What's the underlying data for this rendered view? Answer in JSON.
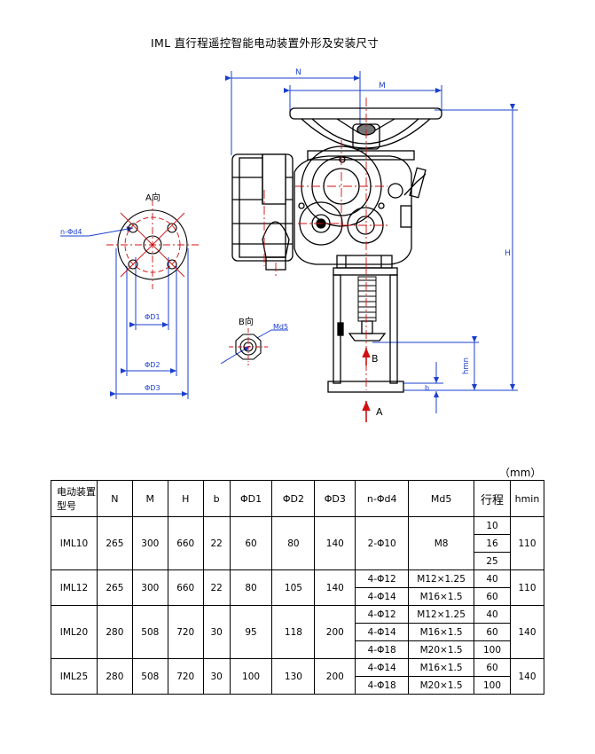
{
  "title": "IML 直行程遥控智能电动装置外形及安装尺寸",
  "drawing": {
    "dim_N": "N",
    "dim_M": "M",
    "dim_H": "H",
    "dim_hmin": "hmn",
    "dim_b": "b",
    "view_A": "A向",
    "view_B": "B向",
    "label_n_phi_d4": "n-Φd4",
    "label_phi_d1": "ΦD1",
    "label_phi_d2": "ΦD2",
    "label_phi_d3": "ΦD3",
    "label_md5": "Md5",
    "arrow_A": "A",
    "arrow_B": "B"
  },
  "table": {
    "unit": "（mm）",
    "headers": [
      "电动装置型号",
      "N",
      "M",
      "H",
      "b",
      "ΦD1",
      "ΦD2",
      "ΦD3",
      "n-Φd4",
      "Md5",
      "行程",
      "hmin"
    ],
    "rows": [
      {
        "model": "IML10",
        "N": "265",
        "M": "300",
        "H": "660",
        "b": "22",
        "D1": "60",
        "D2": "80",
        "D3": "140",
        "d4": "2-Φ10",
        "md5": "M8",
        "strokes": [
          "10",
          "16",
          "25"
        ],
        "hmin": "110"
      },
      {
        "model": "IML12",
        "N": "265",
        "M": "300",
        "H": "660",
        "b": "22",
        "D1": "80",
        "D2": "105",
        "D3": "140",
        "sub": [
          {
            "d4": "4-Φ12",
            "md5": "M12×1.25",
            "stroke": "40"
          },
          {
            "d4": "4-Φ14",
            "md5": "M16×1.5",
            "stroke": "60"
          }
        ],
        "hmin": "110"
      },
      {
        "model": "IML20",
        "N": "280",
        "M": "508",
        "H": "720",
        "b": "30",
        "D1": "95",
        "D2": "118",
        "D3": "200",
        "sub": [
          {
            "d4": "4-Φ12",
            "md5": "M12×1.25",
            "stroke": "40"
          },
          {
            "d4": "4-Φ14",
            "md5": "M16×1.5",
            "stroke": "60"
          },
          {
            "d4": "4-Φ18",
            "md5": "M20×1.5",
            "stroke": "100"
          }
        ],
        "hmin": "140"
      },
      {
        "model": "IML25",
        "N": "280",
        "M": "508",
        "H": "720",
        "b": "30",
        "D1": "100",
        "D2": "130",
        "D3": "200",
        "sub": [
          {
            "d4": "4-Φ14",
            "md5": "M16×1.5",
            "stroke": "60"
          },
          {
            "d4": "4-Φ18",
            "md5": "M20×1.5",
            "stroke": "100"
          }
        ],
        "hmin": "140"
      }
    ]
  }
}
